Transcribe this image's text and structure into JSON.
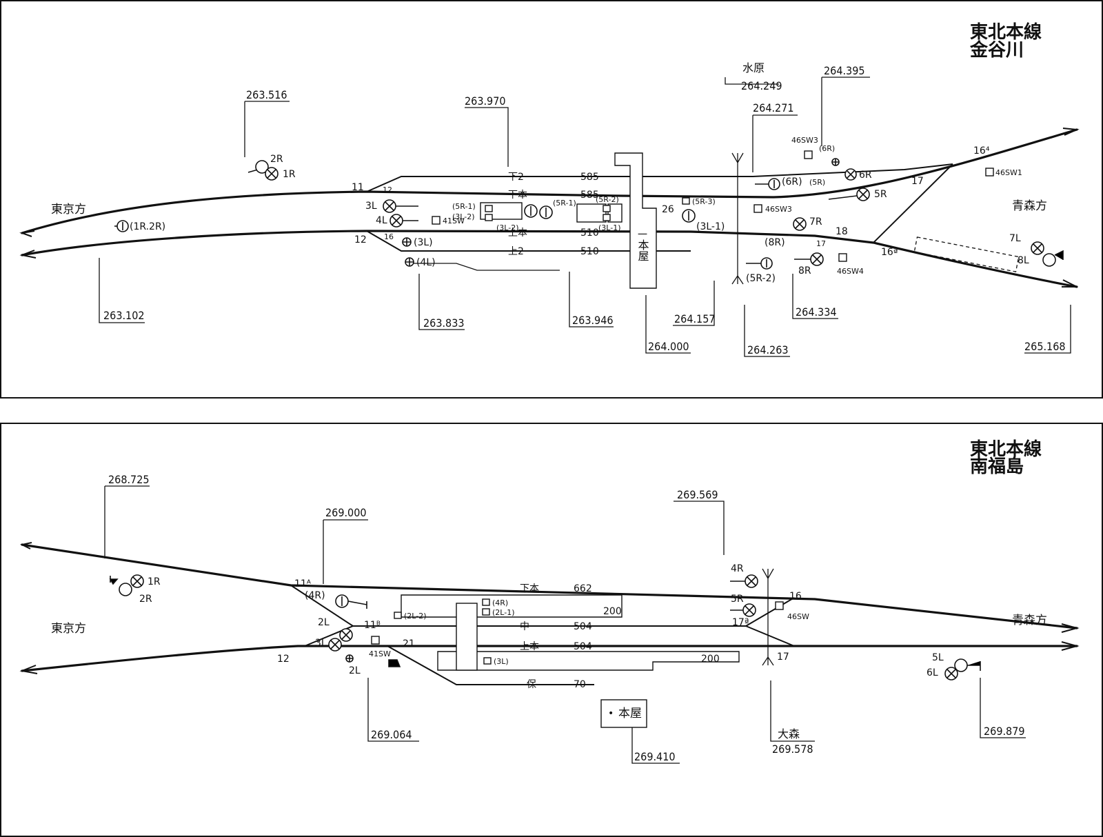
{
  "top": {
    "title_line1": "東北本線",
    "title_line2": "金谷川",
    "dir_left": "東京方",
    "dir_right": "青森方",
    "upper_station_name": "水原",
    "station_building": "本屋",
    "km": [
      "263.516",
      "263.970",
      "264.249",
      "264.271",
      "264.395",
      "263.102",
      "263.833",
      "263.946",
      "264.157",
      "264.334",
      "264.000",
      "264.263",
      "265.168"
    ],
    "tracks": [
      {
        "name": "下2",
        "len": "585"
      },
      {
        "name": "下本",
        "len": "585"
      },
      {
        "name": "上本",
        "len": "510"
      },
      {
        "name": "上2",
        "len": "510"
      }
    ],
    "signals": [
      "2R",
      "1R",
      "(1R.2R)",
      "3L",
      "4L",
      "(3L)",
      "(4L)",
      "(5R-1)",
      "(3L-2)",
      "(5R-1)",
      "(3L-2)",
      "(5R-2)",
      "(3L-1)",
      "26",
      "(5R-3)",
      "(3L-1)",
      "(6R)",
      "(5R)",
      "6R",
      "5R",
      "7R",
      "(8R)",
      "8R",
      "(5R-2)",
      "(6R)",
      "7L",
      "8L",
      "46SW3",
      "46SW3",
      "46SW1",
      "46SW4",
      "41SW"
    ],
    "points": [
      "11",
      "12",
      "12",
      "16",
      "17",
      "18",
      "16⁴",
      "16ª",
      "17"
    ]
  },
  "bottom": {
    "title_line1": "東北本線",
    "title_line2": "南福島",
    "dir_left": "東京方",
    "dir_right": "青森方",
    "lower_station_name": "大森",
    "station_building": "本屋",
    "km": [
      "268.725",
      "269.000",
      "269.569",
      "269.064",
      "269.410",
      "269.578",
      "269.879"
    ],
    "tracks": [
      {
        "name": "下本",
        "len": "662"
      },
      {
        "name": "中",
        "len": "504"
      },
      {
        "name": "上本",
        "len": "504"
      },
      {
        "name": "保",
        "len": "70"
      }
    ],
    "platform_lengths": [
      "200",
      "200"
    ],
    "signals": [
      "1R",
      "2R",
      "(4R)",
      "(2L-2)",
      "(4R)",
      "(2L-1)",
      "(3L)",
      "2L",
      "3L",
      "2L",
      "21",
      "41SW",
      "4R",
      "5R",
      "46SW",
      "5L",
      "6L"
    ],
    "points": [
      "11ᴬ",
      "11ᴮ",
      "12",
      "16",
      "17ª",
      "17"
    ]
  }
}
